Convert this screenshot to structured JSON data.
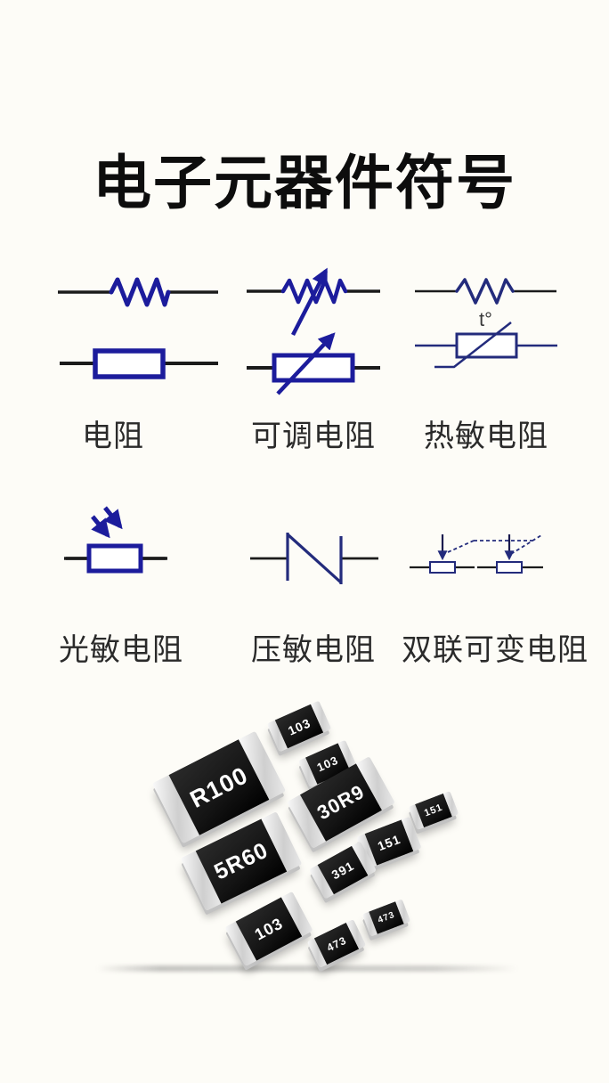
{
  "page": {
    "background_color": "#fdfcf7"
  },
  "title": {
    "text": "电子元器件符号",
    "color": "#0d0d0d"
  },
  "symbols": {
    "stroke_blue": "#1c1c9c",
    "stroke_navy": "#232b7c",
    "lead_color": "#1b1b1b",
    "cells": [
      {
        "label": "电阻",
        "symbol": "resistor"
      },
      {
        "label": "可调电阻",
        "symbol": "adjustable-resistor"
      },
      {
        "label": "热敏电阻",
        "symbol": "thermistor",
        "annotation": "t°"
      },
      {
        "label": "光敏电阻",
        "symbol": "photoresistor"
      },
      {
        "label": "压敏电阻",
        "symbol": "varistor"
      },
      {
        "label": "双联可变电阻",
        "symbol": "dual-variable-resistor"
      }
    ]
  },
  "chips": {
    "body_color": "#1a1a1a",
    "cap_color": "#d9d9d9",
    "text_color": "#ffffff",
    "items": [
      {
        "label": "103"
      },
      {
        "label": "103"
      },
      {
        "label": "R100"
      },
      {
        "label": "30R9"
      },
      {
        "label": "151"
      },
      {
        "label": "151"
      },
      {
        "label": "5R60"
      },
      {
        "label": "391"
      },
      {
        "label": "103"
      },
      {
        "label": "473"
      },
      {
        "label": "473"
      }
    ]
  }
}
